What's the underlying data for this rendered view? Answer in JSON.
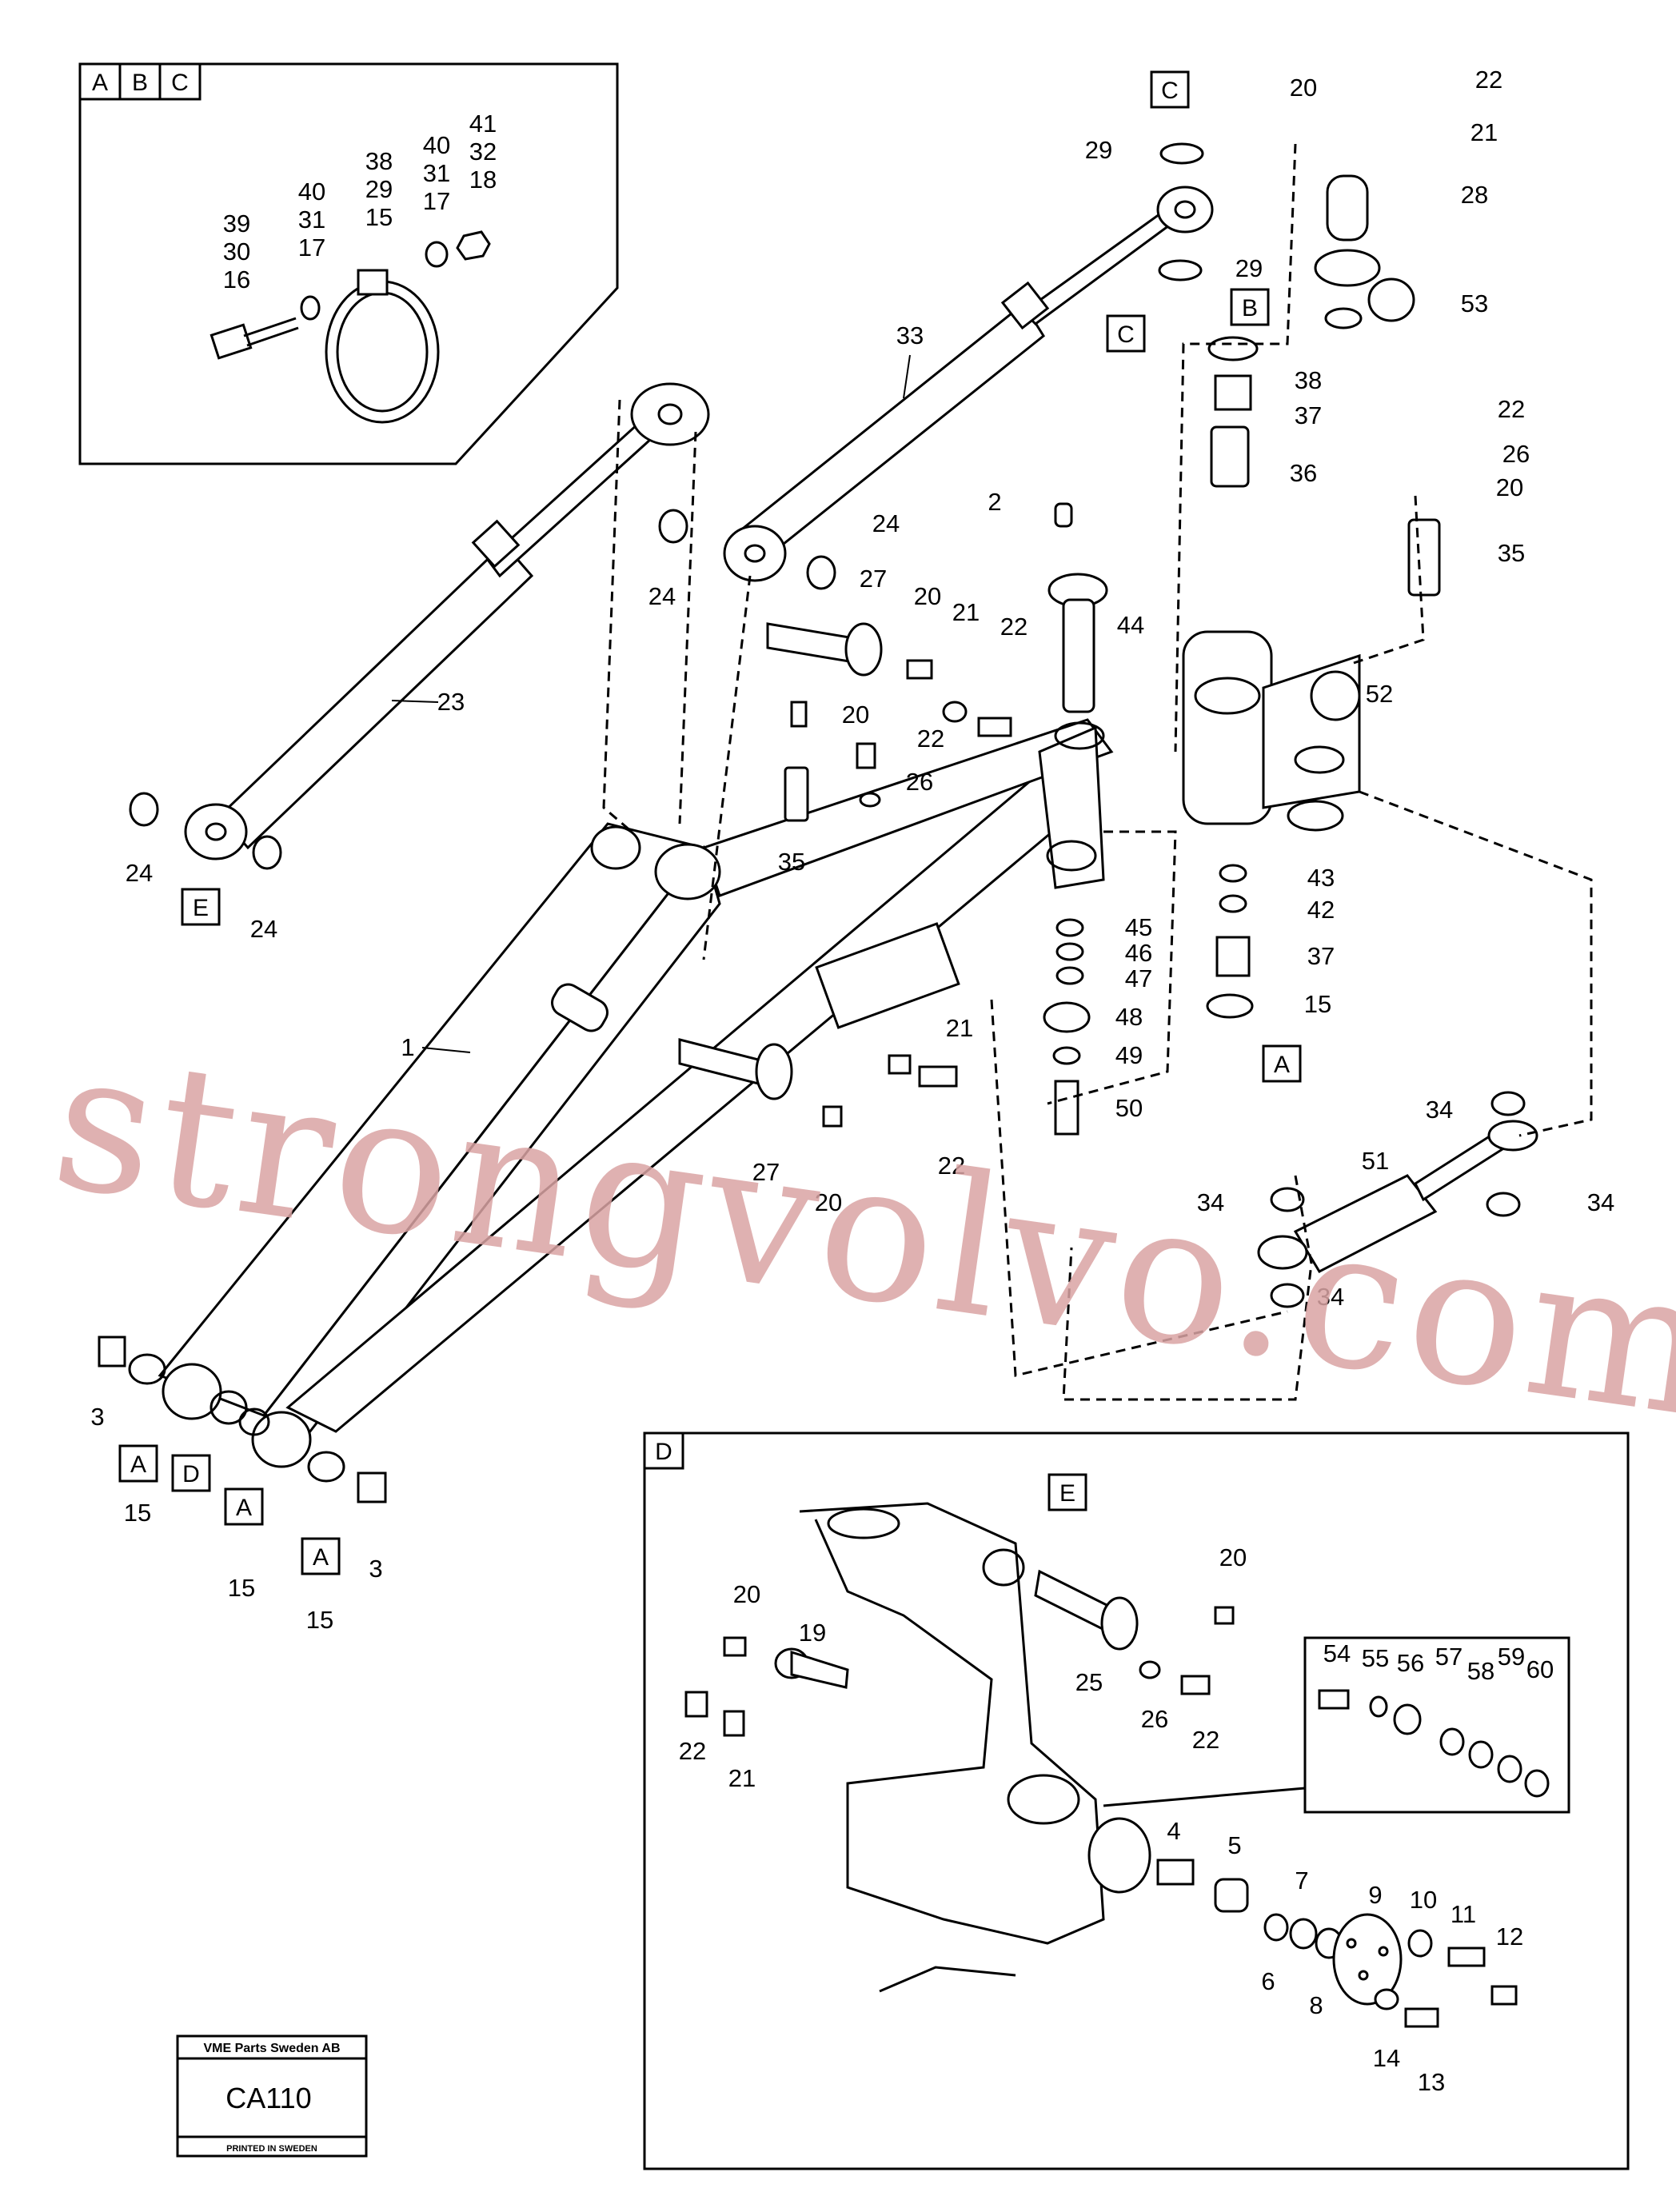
{
  "insets": {
    "abc": {
      "tags": [
        "A",
        "B",
        "C"
      ]
    },
    "d": {
      "tag": "D"
    }
  },
  "callouts": {
    "E": "E",
    "A": "A",
    "B": "B",
    "C": "C",
    "D": "D"
  },
  "labels": {
    "l39": "39",
    "l30": "30",
    "l16": "16",
    "l40a": "40",
    "l31a": "31",
    "l17a": "17",
    "l38a": "38",
    "l29a": "29",
    "l15a": "15",
    "l40b": "40",
    "l31b": "31",
    "l17b": "17",
    "l41": "41",
    "l32": "32",
    "l18": "18",
    "p20": "20",
    "p22": "22",
    "p21": "21",
    "p28": "28",
    "p53": "53",
    "p29a": "29",
    "p29b": "29",
    "p33": "33",
    "p38": "38",
    "p37a": "37",
    "p36": "36",
    "p22b": "22",
    "p26": "26",
    "p20b": "20",
    "p35": "35",
    "p2": "2",
    "p44": "44",
    "p52": "52",
    "p24a": "24",
    "p24b": "24",
    "p27": "27",
    "p20c": "20",
    "p21b": "21",
    "p22c": "22",
    "p20d": "20",
    "p22d": "22",
    "p26b": "26",
    "p35b": "35",
    "p23": "23",
    "p24c": "24",
    "p24d": "24",
    "p43": "43",
    "p42": "42",
    "p37b": "37",
    "p15": "15",
    "p45": "45",
    "p46": "46",
    "p47": "47",
    "p48": "48",
    "p49": "49",
    "p50": "50",
    "p1": "1",
    "p21c": "21",
    "p22e": "22",
    "p27b": "27",
    "p20e": "20",
    "p34a": "34",
    "p51": "51",
    "p34b": "34",
    "p34c": "34",
    "p34d": "34",
    "p3a": "3",
    "p15a": "15",
    "p15b": "15",
    "p3b": "3",
    "p15c": "15",
    "d20": "20",
    "d19": "19",
    "d22": "22",
    "d21": "21",
    "d20b": "20",
    "d25": "25",
    "d26": "26",
    "d22b": "22",
    "d54": "54",
    "d55": "55",
    "d56": "56",
    "d57": "57",
    "d58": "58",
    "d59": "59",
    "d60": "60",
    "d4": "4",
    "d5": "5",
    "d7": "7",
    "d6": "6",
    "d8": "8",
    "d9": "9",
    "d10": "10",
    "d11": "11",
    "d12": "12",
    "d14": "14",
    "d13": "13"
  },
  "watermark": "strongvolvo.com",
  "title_block": {
    "company": "VME Parts Sweden AB",
    "code": "CA110",
    "printed": "PRINTED IN SWEDEN"
  }
}
